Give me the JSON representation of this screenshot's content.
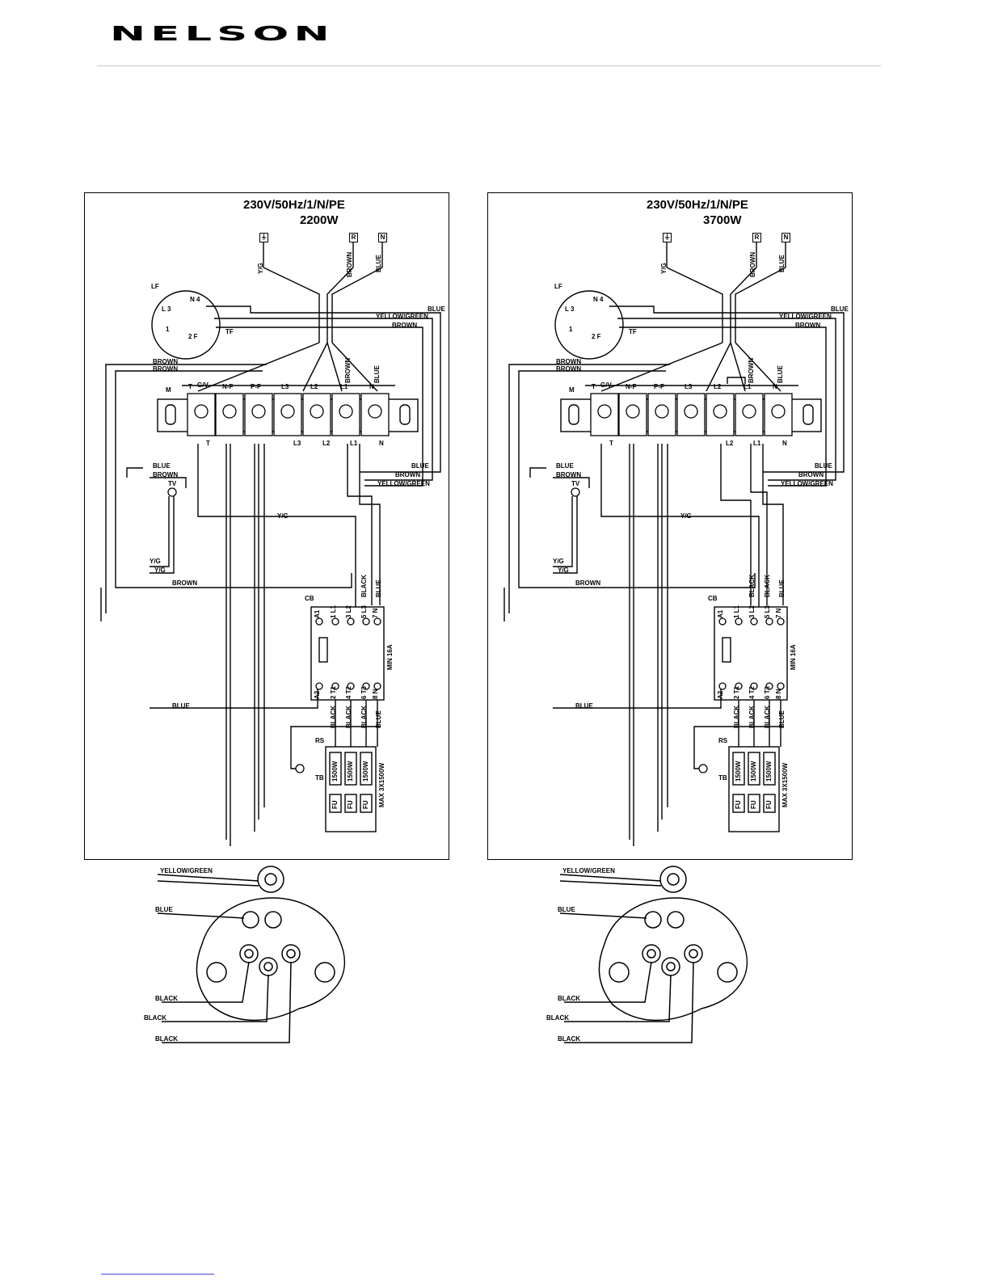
{
  "header": {
    "logo": "NELSON"
  },
  "panels": [
    {
      "supply": "230V/50Hz/1/N/PE",
      "power": "2200W"
    },
    {
      "supply": "230V/50Hz/1/N/PE",
      "power": "3700W"
    }
  ],
  "terminals": {
    "earth": "⏚",
    "r": "R",
    "n": "N"
  },
  "labels": {
    "yg": "Y/G",
    "brown": "BROWN",
    "blue": "BLUE",
    "yellow_green": "YELLOW/GREEN",
    "black": "BLACK",
    "lf": "LF",
    "tf": "TF",
    "m": "M",
    "tv": "TV",
    "cb": "CB",
    "rs": "RS",
    "tb": "TB",
    "min16a": "MIN 16A",
    "max": "MAX 3X1500W",
    "heater": "1500W",
    "t_top": "T",
    "gv": "G/V",
    "nf": "N-F",
    "pf": "P-F",
    "l3": "L3",
    "l2": "L2",
    "l1": "L1",
    "n": "N",
    "t_bot": "T",
    "l3b": "L3",
    "l2b": "L2",
    "l1b": "L1",
    "nb": "N"
  },
  "switch_labels": {
    "a": "A1",
    "b": "A2",
    "l1": "1 L1",
    "l2": "3 L2",
    "l3": "5 L3",
    "n4": "7 N",
    "t1": "2 T1",
    "t2": "4 T2",
    "t3": "6 T3",
    "t4": "8 N"
  },
  "lf_labels": {
    "n4": "N 4",
    "l3": "L 3",
    "one": "1",
    "two": "2 F"
  },
  "fuse": "FU",
  "elements": {
    "yellow_green": "YELLOW/GREEN",
    "blue": "BLUE",
    "black1": "BLACK",
    "black2": "BLACK",
    "black3": "BLACK"
  }
}
